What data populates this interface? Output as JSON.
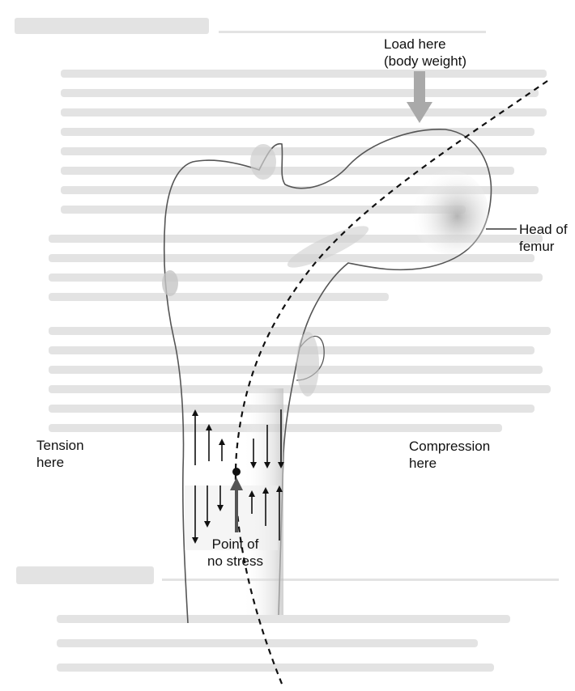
{
  "labels": {
    "load_line1": "Load here",
    "load_line2": "(body weight)",
    "head_line1": "Head of",
    "head_line2": "femur",
    "tension_line1": "Tension",
    "tension_line2": "here",
    "compression_line1": "Compression",
    "compression_line2": "here",
    "neutral_line1": "Point of",
    "neutral_line2": "no stress"
  },
  "colors": {
    "ink": "#111111",
    "bone_shade": "#bdbdbd",
    "load_arrow": "#a9a9a9",
    "faint_text": "#e4e4e4"
  }
}
